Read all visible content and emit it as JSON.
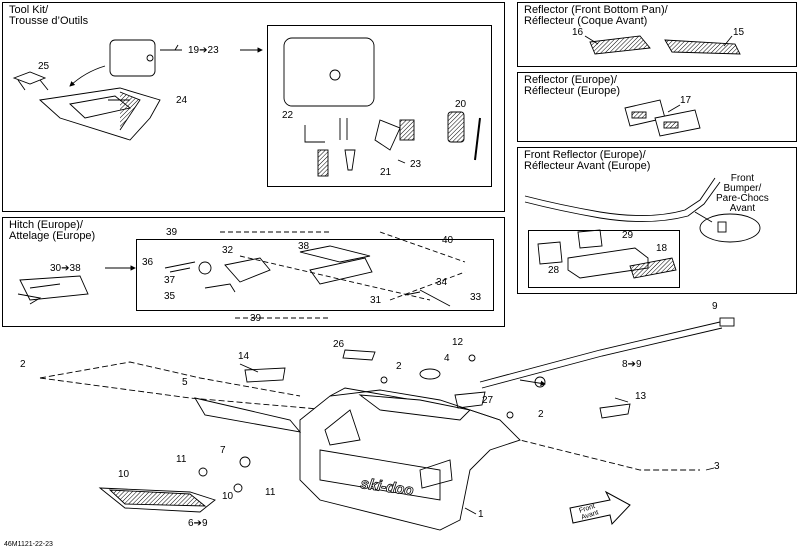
{
  "panels": {
    "toolkit": {
      "title_line1": "Tool Kit/",
      "title_line2": "Trousse d’Outils"
    },
    "reflector_front_bottom": {
      "title_line1": "Reflector (Front Bottom Pan)/",
      "title_line2": "Réflecteur (Coque Avant)"
    },
    "reflector_europe": {
      "title_line1": "Reflector (Europe)/",
      "title_line2": "Réflecteur (Europe)"
    },
    "front_reflector_europe": {
      "title_line1": "Front Reflector (Europe)/",
      "title_line2": "Réflecteur Avant (Europe)",
      "bumper_line1": "Front",
      "bumper_line2": "Bumper/",
      "bumper_line3": "Pare-Chocs",
      "bumper_line4": "Avant"
    },
    "hitch": {
      "title_line1": "Hitch (Europe)/",
      "title_line2": "Attelage (Europe)"
    }
  },
  "callouts": {
    "c25": "25",
    "c24": "24",
    "c19_23": "19➔23",
    "c22": "22",
    "c20": "20",
    "c23": "23",
    "c21": "21",
    "c16": "16",
    "c15": "15",
    "c17": "17",
    "c29": "29",
    "c18": "18",
    "c28": "28",
    "c30_38": "30➔38",
    "c39a": "39",
    "c39b": "39",
    "c38": "38",
    "c40": "40",
    "c32": "32",
    "c36": "36",
    "c37": "37",
    "c35": "35",
    "c31": "31",
    "c34": "34",
    "c33": "33",
    "c9": "9",
    "c12": "12",
    "c8_9": "8➔9",
    "c26": "26",
    "c2a": "2",
    "c2b": "2",
    "c2c": "2",
    "c4": "4",
    "c14": "14",
    "c27": "27",
    "c5": "5",
    "c13": "13",
    "c7": "7",
    "c11a": "11",
    "c11b": "11",
    "c10a": "10",
    "c10b": "10",
    "c3": "3",
    "c1": "1",
    "c6_9": "6➔9"
  },
  "brand_logo": "ski-doo",
  "front_arrow": {
    "line1": "Front",
    "line2": "Avant"
  },
  "drawing_code": "46M1121-22-23"
}
